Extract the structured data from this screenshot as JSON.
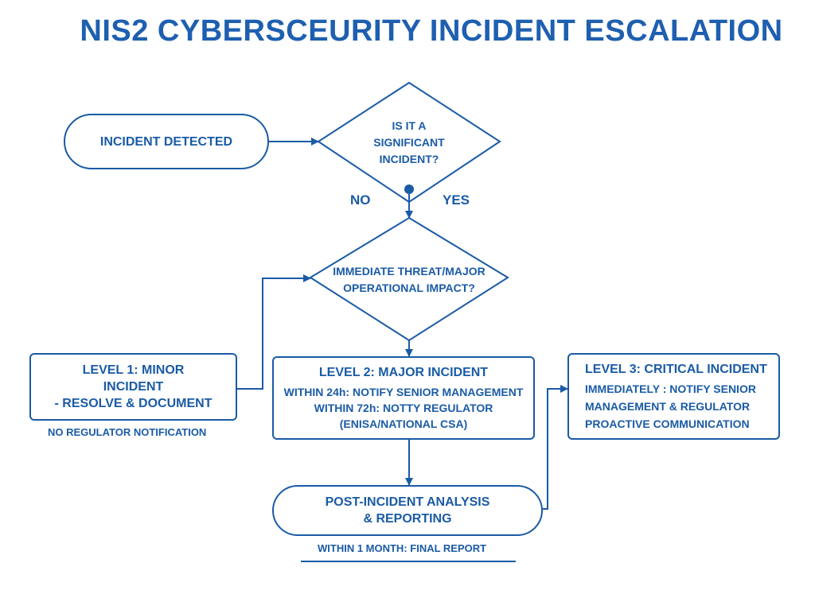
{
  "title": "NIS2 CYBERSCEURITY INCIDENT ESCALATION",
  "nodes": {
    "start": "INCIDENT DETECTED",
    "decision1": [
      "IS IT A",
      "SIGNIFICANT",
      "INCIDENT?"
    ],
    "decision2": [
      "IMMEDIATE THREAT/MAJOR",
      "OPERATIONAL IMPACT?"
    ],
    "level1": {
      "lines": [
        "LEVEL 1: MINOR",
        "INCIDENT",
        "- RESOLVE & DOCUMENT"
      ],
      "note": "NO REGULATOR NOTIFICATION"
    },
    "level2": {
      "heading": "LEVEL 2: MAJOR INCIDENT",
      "lines": [
        "WITHIN 24h: NOTIFY SENIOR MANAGEMENT",
        "WITHIN 72h: NOTTY REGULATOR",
        "(ENISA/NATIONAL CSA)"
      ]
    },
    "level3": {
      "heading": "LEVEL 3: CRITICAL INCIDENT",
      "lines": [
        "IMMEDIATELY : NOTIFY SENIOR",
        "MANAGEMENT & REGULATOR",
        "PROACTIVE COMMUNICATION"
      ]
    },
    "post": {
      "lines": [
        "POST-INCIDENT ANALYSIS",
        "& REPORTING"
      ],
      "note": "WITHIN 1 MONTH: FINAL REPORT"
    }
  },
  "branch_labels": {
    "no": "NO",
    "yes": "YES"
  },
  "colors": {
    "primary": "#1a5ba6",
    "background": "#ffffff"
  }
}
